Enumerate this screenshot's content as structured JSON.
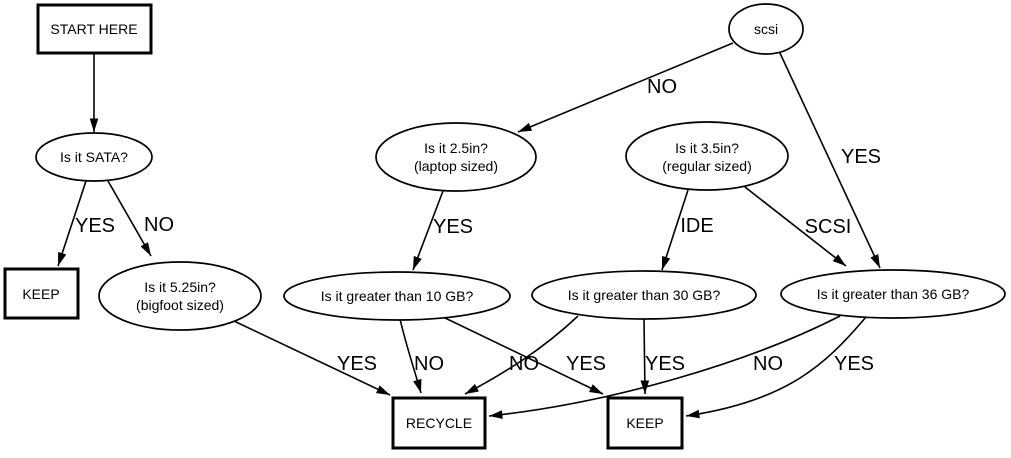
{
  "diagram": {
    "background_color": "#ffffff",
    "stroke_color": "#000000",
    "nodes": {
      "start": {
        "label": "START HERE",
        "shape": "box"
      },
      "sata": {
        "label": "Is it SATA?",
        "shape": "ellipse"
      },
      "keep_left": {
        "label": "KEEP",
        "shape": "box"
      },
      "bigfoot": {
        "label_line1": "Is it 5.25in?",
        "label_line2": "(bigfoot sized)",
        "shape": "ellipse"
      },
      "scsi": {
        "label": "scsi",
        "shape": "ellipse"
      },
      "laptop": {
        "label_line1": "Is it 2.5in?",
        "label_line2": "(laptop sized)",
        "shape": "ellipse"
      },
      "regular": {
        "label_line1": "Is it 3.5in?",
        "label_line2": "(regular sized)",
        "shape": "ellipse"
      },
      "gb10": {
        "label": "Is it greater than 10 GB?",
        "shape": "ellipse"
      },
      "gb30": {
        "label": "Is it greater than 30 GB?",
        "shape": "ellipse"
      },
      "gb36": {
        "label": "Is it greater than 36 GB?",
        "shape": "ellipse"
      },
      "recycle": {
        "label": "RECYCLE",
        "shape": "box"
      },
      "keep_bottom": {
        "label": "KEEP",
        "shape": "box"
      }
    },
    "edges": [
      {
        "from": "start",
        "to": "sata",
        "label": ""
      },
      {
        "from": "sata",
        "to": "keep_left",
        "label": "YES"
      },
      {
        "from": "sata",
        "to": "bigfoot",
        "label": "NO"
      },
      {
        "from": "scsi",
        "to": "laptop",
        "label": "NO"
      },
      {
        "from": "scsi",
        "to": "gb36",
        "label": "YES"
      },
      {
        "from": "laptop",
        "to": "gb10",
        "label": "YES"
      },
      {
        "from": "regular",
        "to": "gb30",
        "label": "IDE"
      },
      {
        "from": "regular",
        "to": "gb36",
        "label": "SCSI"
      },
      {
        "from": "bigfoot",
        "to": "recycle",
        "label": "YES"
      },
      {
        "from": "gb10",
        "to": "recycle",
        "label": "NO"
      },
      {
        "from": "gb10",
        "to": "keep_bottom",
        "label": "YES"
      },
      {
        "from": "gb30",
        "to": "recycle",
        "label": "NO"
      },
      {
        "from": "gb30",
        "to": "keep_bottom",
        "label": "YES"
      },
      {
        "from": "gb36",
        "to": "recycle",
        "label": "NO"
      },
      {
        "from": "gb36",
        "to": "keep_bottom",
        "label": "YES"
      }
    ]
  }
}
